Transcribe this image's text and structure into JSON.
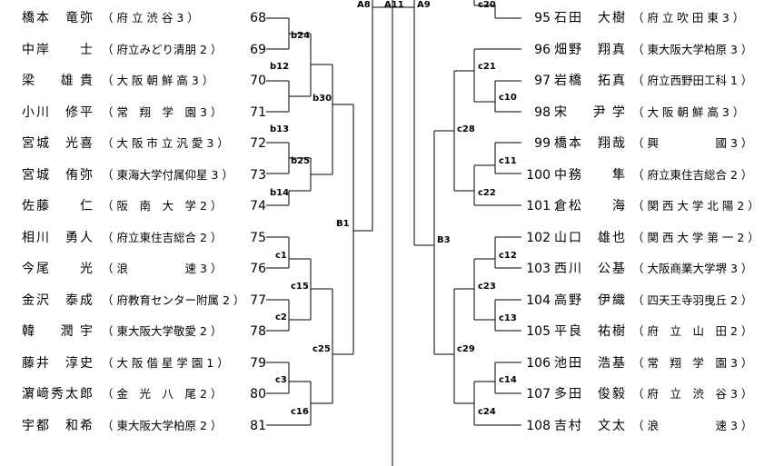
{
  "left_players": [
    {
      "num": "68",
      "name": "橋本　竜弥",
      "school": "（ 府 立 渋 谷 3 ）"
    },
    {
      "num": "69",
      "name": "中岸　　士",
      "school": "（ 府立みどり清朋 2 ）"
    },
    {
      "num": "70",
      "name": "梁　雄貴",
      "school": "（ 大 阪 朝 鮮 高 3 ）"
    },
    {
      "num": "71",
      "name": "小川　修平",
      "school": "（ 常　翔　学　園 3 ）"
    },
    {
      "num": "72",
      "name": "宮城　光喜",
      "school": "（ 大 阪 市 立 汎 愛 3 ）"
    },
    {
      "num": "73",
      "name": "宮城　侑弥",
      "school": "（ 東海大学付属仰星 3 ）"
    },
    {
      "num": "74",
      "name": "佐藤　　仁",
      "school": "（ 阪　南　大　学 2 ）"
    },
    {
      "num": "75",
      "name": "相川　勇人",
      "school": "（ 府立東住吉総合 2 ）"
    },
    {
      "num": "76",
      "name": "今尾　　光",
      "school": "（ 浪　　　　　速 3 ）"
    },
    {
      "num": "77",
      "name": "金沢　泰成",
      "school": "（ 府教育センター附属 2 ）"
    },
    {
      "num": "78",
      "name": "韓　潤宇",
      "school": "（ 東大阪大学敬愛 2 ）"
    },
    {
      "num": "79",
      "name": "藤井　淳史",
      "school": "（ 大 阪 偕 星 学 園 1 ）"
    },
    {
      "num": "80",
      "name": "濵﨑秀太郎",
      "school": "（ 金　光　八　尾 2 ）"
    },
    {
      "num": "81",
      "name": "宇都　和希",
      "school": "（ 東大阪大学柏原 2 ）"
    }
  ],
  "right_players": [
    {
      "num": "95",
      "name": "石田　大樹",
      "school": "（ 府 立 吹 田 東 3 ）"
    },
    {
      "num": "96",
      "name": "畑野　翔真",
      "school": "（ 東大阪大学柏原 3 ）"
    },
    {
      "num": "97",
      "name": "岩橋　拓真",
      "school": "（ 府立西野田工科 1 ）"
    },
    {
      "num": "98",
      "name": "宋　尹学",
      "school": "（ 大 阪 朝 鮮 高 3 ）"
    },
    {
      "num": "99",
      "name": "橋本　翔哉",
      "school": "（ 興　　　　　國 3 ）"
    },
    {
      "num": "100",
      "name": "中務　　隼",
      "school": "（ 府立東住吉総合 2 ）"
    },
    {
      "num": "101",
      "name": "倉松　　海",
      "school": "（ 関 西 大 学 北 陽 2 ）"
    },
    {
      "num": "102",
      "name": "山口　雄也",
      "school": "（ 関 西 大 学 第 一 2 ）"
    },
    {
      "num": "103",
      "name": "西川　公基",
      "school": "（ 大阪商業大学堺 3 ）"
    },
    {
      "num": "104",
      "name": "高野　伊織",
      "school": "（ 四天王寺羽曳丘 2 ）"
    },
    {
      "num": "105",
      "name": "平良　祐樹",
      "school": "（ 府　立　山　田 2 ）"
    },
    {
      "num": "106",
      "name": "池田　浩基",
      "school": "（ 常　翔　学　園 3 ）"
    },
    {
      "num": "107",
      "name": "多田　俊毅",
      "school": "（ 府　立　渋　谷 3 ）"
    },
    {
      "num": "108",
      "name": "吉村　文太",
      "school": "（ 浪　　　　　速 3 ）"
    }
  ],
  "match_labels": {
    "A8": "A8",
    "A11": "A11",
    "A9": "A9",
    "b24": "b24",
    "b12": "b12",
    "b30": "b30",
    "b13": "b13",
    "b25": "b25",
    "b14": "b14",
    "B1": "B1",
    "c1": "c1",
    "c15": "c15",
    "c2": "c2",
    "c25": "c25",
    "c3": "c3",
    "c16": "c16",
    "c20": "c20",
    "c21": "c21",
    "c10": "c10",
    "c28": "c28",
    "c11": "c11",
    "c22": "c22",
    "B3": "B3",
    "c12": "c12",
    "c23": "c23",
    "c13": "c13",
    "c29": "c29",
    "c14": "c14",
    "c24": "c24"
  }
}
